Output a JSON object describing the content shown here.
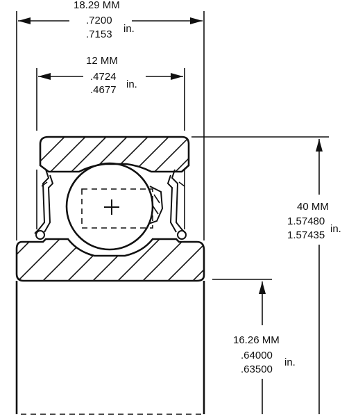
{
  "dimensions": {
    "width": {
      "mm": "18.29 MM",
      "max_in": ".7200",
      "min_in": ".7153",
      "unit": "in."
    },
    "bore": {
      "mm": "12 MM",
      "max_in": ".4724",
      "min_in": ".4677",
      "unit": "in."
    },
    "outer_diameter": {
      "mm": "40 MM",
      "max_in": "1.57480",
      "min_in": "1.57435",
      "unit": "in."
    },
    "inner_height": {
      "mm": "16.26 MM",
      "max_in": ".64000",
      "min_in": ".63500",
      "unit": "in."
    }
  }
}
